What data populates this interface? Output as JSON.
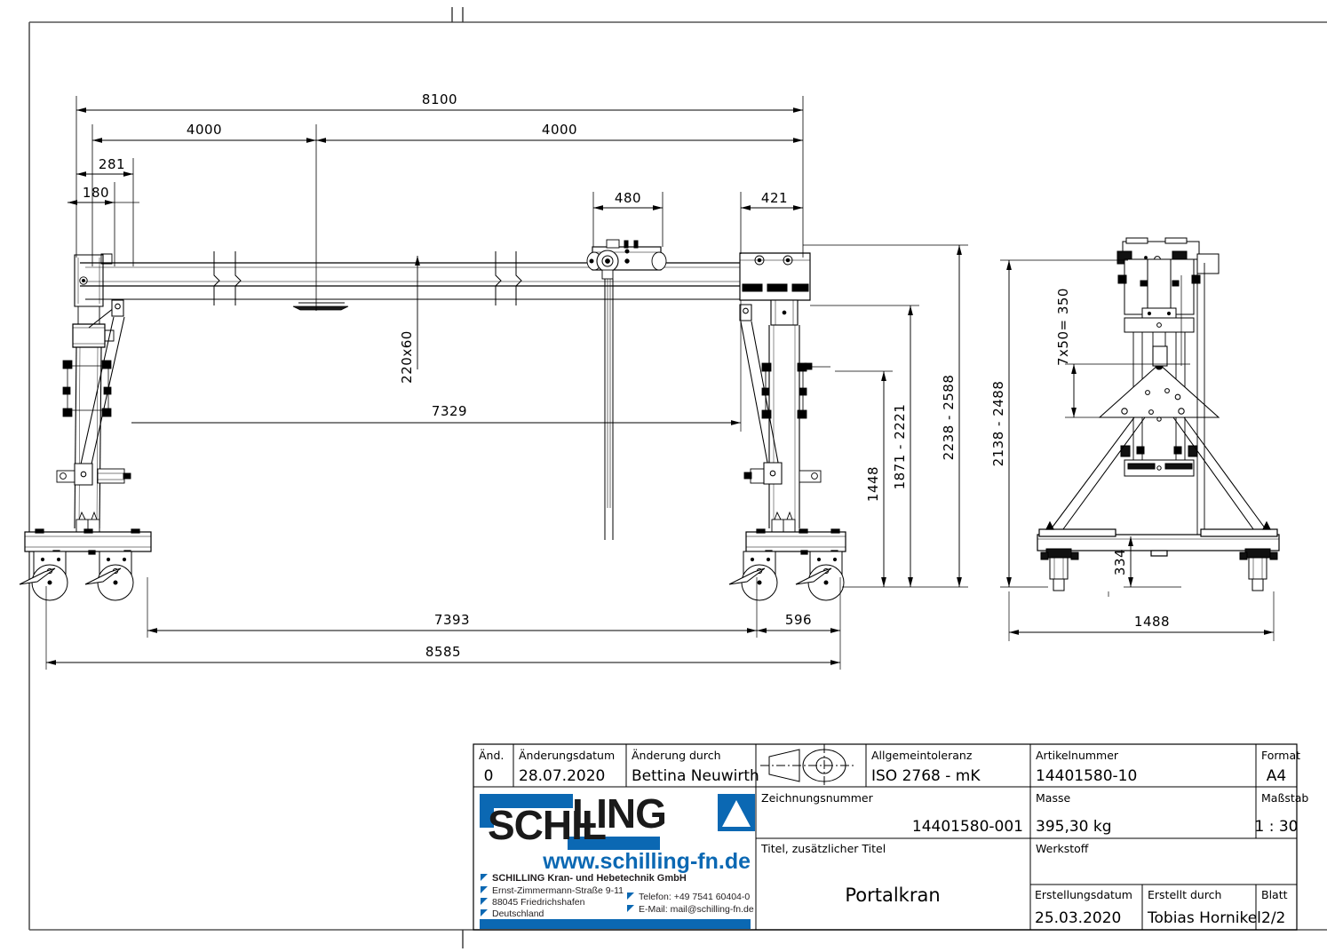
{
  "sheet": {
    "format": "A4",
    "border": true
  },
  "drawing": {
    "title": "Portalkran",
    "views": [
      "front-elevation",
      "side-elevation"
    ],
    "dimensions": {
      "top": [
        {
          "name": "overall-span",
          "value": "8100"
        },
        {
          "name": "half-span-left",
          "value": "4000"
        },
        {
          "name": "half-span-right",
          "value": "4000"
        },
        {
          "name": "left-offset-outer",
          "value": "281"
        },
        {
          "name": "left-offset-inner",
          "value": "180"
        },
        {
          "name": "trolley-width",
          "value": "480"
        },
        {
          "name": "right-leg-offset",
          "value": "421"
        }
      ],
      "inner": [
        {
          "name": "beam-profile",
          "value": "220x60"
        },
        {
          "name": "clear-span",
          "value": "7329"
        }
      ],
      "vertical_front": [
        {
          "name": "hook-height",
          "value": "1448"
        },
        {
          "name": "lifting-height-range",
          "value": "1871 - 2221"
        },
        {
          "name": "total-height-range",
          "value": "2238 - 2588"
        }
      ],
      "vertical_side": [
        {
          "name": "side-total-height-range",
          "value": "2138 - 2488"
        },
        {
          "name": "hole-pattern",
          "value": "7x50= 350"
        },
        {
          "name": "ground-clearance",
          "value": "334"
        }
      ],
      "bottom": [
        {
          "name": "wheelbase-inner",
          "value": "7393"
        },
        {
          "name": "leg-base-length",
          "value": "596"
        },
        {
          "name": "overall-length",
          "value": "8585"
        },
        {
          "name": "track-width",
          "value": "1488"
        }
      ]
    }
  },
  "title_block": {
    "revision": {
      "col_label": "Änd.",
      "col_value": "0",
      "date_label": "Änderungsdatum",
      "date_value": "28.07.2020",
      "by_label": "Änderung durch",
      "by_value": "Bettina Neuwirth"
    },
    "projection_symbol": "first-angle-projection-icon",
    "tolerance": {
      "label": "Allgemeintoleranz",
      "value": "ISO 2768 - mK"
    },
    "article": {
      "label": "Artikelnummer",
      "value": "14401580-10"
    },
    "format": {
      "label": "Format",
      "value": "A4"
    },
    "drawing_number": {
      "label": "Zeichnungsnummer",
      "value": "14401580-001"
    },
    "mass": {
      "label": "Masse",
      "value": "395,30 kg"
    },
    "scale": {
      "label": "Maßstab",
      "value": "1 : 30"
    },
    "title": {
      "label": "Titel, zusätzlicher Titel",
      "value": "Portalkran"
    },
    "material": {
      "label": "Werkstoff",
      "value": ""
    },
    "creation_date": {
      "label": "Erstellungsdatum",
      "value": "25.03.2020"
    },
    "created_by": {
      "label": "Erstellt durch",
      "value": "Tobias Hornikel"
    },
    "sheet_no": {
      "label": "Blatt",
      "value": "2/2"
    }
  },
  "company": {
    "logo_part1": "SCHIL",
    "logo_part2": "LING",
    "logo_mark": "triangle-logo-icon",
    "website": "www.schilling-fn.de",
    "name": "SCHILLING Kran- und Hebetechnik GmbH",
    "street": "Ernst-Zimmermann-Straße 9-11",
    "city": "88045 Friedrichshafen",
    "country": "Deutschland",
    "phone": "Telefon: +49 7541 60404-0",
    "email": "E-Mail: mail@schilling-fn.de"
  },
  "colors": {
    "brand_blue": "#0b68b3",
    "line": "#000000",
    "frame": "#4d4d4d",
    "dark_text": "#231f20"
  }
}
